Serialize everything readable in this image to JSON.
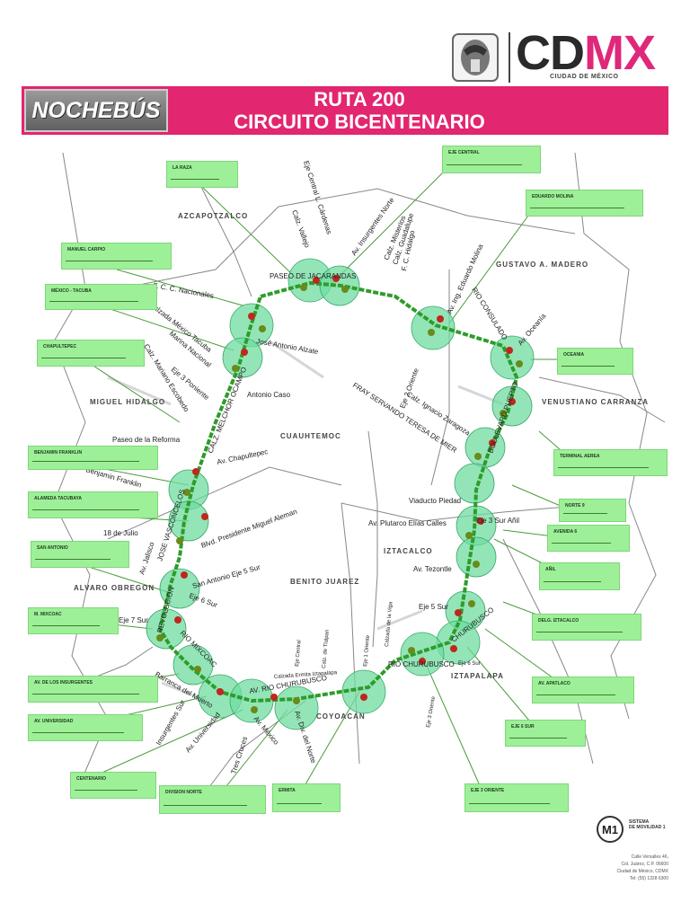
{
  "header": {
    "brand_cd": "CD",
    "brand_mx": "MX",
    "brand_sub": "CIUDAD DE MÉXICO",
    "logo": "NOCHEBÚS",
    "route_title": "RUTA 200",
    "route_subtitle": "CIRCUITO BICENTENARIO",
    "banner_color": "#e2266f",
    "accent_color": "#e0287a"
  },
  "map": {
    "route_color": "#2e9c2a",
    "stop_circle_color": "#7ee0a6",
    "districts": [
      "AZCAPOTZALCO",
      "GUSTAVO A. MADERO",
      "MIGUEL HIDALGO",
      "VENUSTIANO CARRANZA",
      "CUAUHTEMOC",
      "IZTACALCO",
      "ALVARO OBREGON",
      "BENITO JUAREZ",
      "IZTAPALAPA",
      "COYOACAN"
    ],
    "street_labels": [
      "Eje Central L. Cárdenas",
      "Calz. Vallejo",
      "Av. Insurgentes Norte",
      "Calz. Misterios",
      "Calz. Guadalupe",
      "F. C. Hidalgo",
      "Av. Ing. Eduardo Molina",
      "RIO CONSULADO",
      "Av. Oceanía",
      "PASEO DE JACARANDAS",
      "F. C. C. Nacionales",
      "Calzada México Tacuba",
      "Marina Nacional",
      "José Antonio Alzate",
      "Eje 3 Poniente",
      "Calz. Mariano Escobedo",
      "Antonio Caso",
      "CALZ. MELCHOR OCAMPO",
      "Paseo de la Reforma",
      "Av. Chapultepec",
      "Eje 2 Oriente",
      "Calz. Ignacio Zaragoza",
      "FRAY SERVANDO TERESA DE MIER",
      "BOULEVARD PUERTO",
      "Benjamin Franklin",
      "JOSE VASCONCELOS",
      "Av. Jalisco",
      "18 de Julio",
      "Blvd. Presidente Miguel Aleman",
      "Viaducto Piedad",
      "Av. Plutarco Elías Calles",
      "Eje 3 Sur Añil",
      "REVOLUCION",
      "San Antonio Eje 5 Sur",
      "Eje 6 Sur",
      "Av. Tezontle",
      "Eje 7 Sur",
      "RIO MIXCOAC",
      "Eje 5 Sur",
      "RIO CHURUBUSCO",
      "Barranca del Muerto",
      "AV. RIO CHURUBUSCO",
      "Calzada Ermita Iztapalapa",
      "Eje 6 Sur",
      "Insurgentes Sur",
      "Av. Universidad",
      "Av. México",
      "Av. Div. del Norte",
      "Tres Cruces",
      "Eje 3 Oriente",
      "Eje Central",
      "Calz. de Tlalpan",
      "Eje 1 Oriente",
      "Calzada de la Viga",
      "CHURUBUSCO"
    ],
    "stops": [
      {
        "name": "LA RAZA"
      },
      {
        "name": "EJE CENTRAL"
      },
      {
        "name": "EDUARDO MOLINA"
      },
      {
        "name": "MANUEL CARPIO"
      },
      {
        "name": "MÉXICO - TACUBA"
      },
      {
        "name": "CHAPULTEPEC"
      },
      {
        "name": "OCEANIA"
      },
      {
        "name": "BENJAMIN FRANKLIN"
      },
      {
        "name": "TERMINAL AEREA"
      },
      {
        "name": "ALAMEDA TACUBAYA"
      },
      {
        "name": "NORTE 9"
      },
      {
        "name": "AVENIDA 6"
      },
      {
        "name": "SAN ANTONIO"
      },
      {
        "name": "AÑIL"
      },
      {
        "name": "M. MIXCOAC"
      },
      {
        "name": "DELG. IZTACALCO"
      },
      {
        "name": "AV. DE LOS INSURGENTES"
      },
      {
        "name": "AV. APATLACO"
      },
      {
        "name": "AV. UNIVERSIDAD"
      },
      {
        "name": "EJE 6 SUR"
      },
      {
        "name": "CENTENARIO"
      },
      {
        "name": "DIVISION NORTE"
      },
      {
        "name": "ERMITA"
      },
      {
        "name": "EJE 3 ORIENTE"
      }
    ]
  },
  "footer": {
    "m1_badge": "M1",
    "m1_line1": "SISTEMA",
    "m1_line2": "DE MOVILIDAD 1",
    "address_1": "Calle Versalles 46,",
    "address_2": "Col. Juárez, C.P. 06600",
    "address_3": "Ciudad de México, CDMX",
    "address_4": "Tel: (55) 1328 6300"
  }
}
